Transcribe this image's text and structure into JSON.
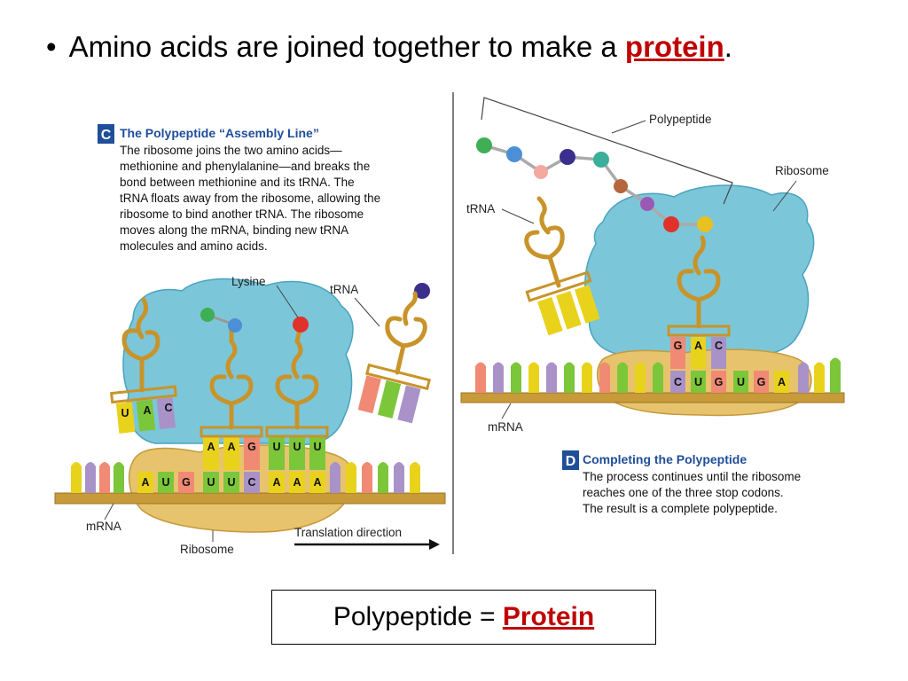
{
  "slide": {
    "bullet": {
      "glyph": "•",
      "text_before": "Amino acids are joined together to make a ",
      "highlight": "protein",
      "text_after": "."
    },
    "caption": {
      "before": "Polypeptide = ",
      "highlight": "Protein"
    },
    "accent_color": "#c00000"
  },
  "panel_c": {
    "badge": "C",
    "title": "The Polypeptide “Assembly Line”",
    "body_lines": [
      "The ribosome joins the two amino acids—",
      "methionine and phenylalanine—and breaks the",
      "bond between methionine and its tRNA. The",
      "tRNA floats away from the ribosome, allowing the",
      "ribosome to bind another tRNA. The ribosome",
      "moves along the mRNA, binding new tRNA",
      "molecules and amino acids."
    ],
    "labels": {
      "lysine": "Lysine",
      "trna": "tRNA",
      "mrna": "mRNA",
      "ribosome": "Ribosome",
      "direction": "Translation direction"
    },
    "leaving_anticodon": [
      "U",
      "A",
      "C"
    ],
    "bound_anticodons": [
      "A",
      "A",
      "G",
      "U",
      "U",
      "U"
    ],
    "mrna_codons": [
      "A",
      "U",
      "G",
      "U",
      "U",
      "C",
      "A",
      "A",
      "A"
    ]
  },
  "panel_d": {
    "badge": "D",
    "title": "Completing the Polypeptide",
    "body_lines": [
      "The process continues until the ribosome",
      "reaches one of the three stop codons.",
      "The result is a complete polypeptide."
    ],
    "labels": {
      "polypeptide": "Polypeptide",
      "ribosome": "Ribosome",
      "trna": "tRNA",
      "mrna": "mRNA"
    },
    "anticodon": [
      "G",
      "A",
      "C"
    ],
    "mrna_codons": [
      "C",
      "U",
      "G",
      "U",
      "G",
      "A"
    ]
  },
  "colors": {
    "ribosome": "#7cc6d9",
    "ribosome_dark": "#4aa3bf",
    "ribosome_base": "#e8c36e",
    "backbone": "#b8902e",
    "trna": "#c8942a",
    "base_A": "#e9d21c",
    "base_U": "#7cc63a",
    "base_G": "#f08a74",
    "base_C": "#a992c8",
    "title": "#1f4e9a"
  }
}
